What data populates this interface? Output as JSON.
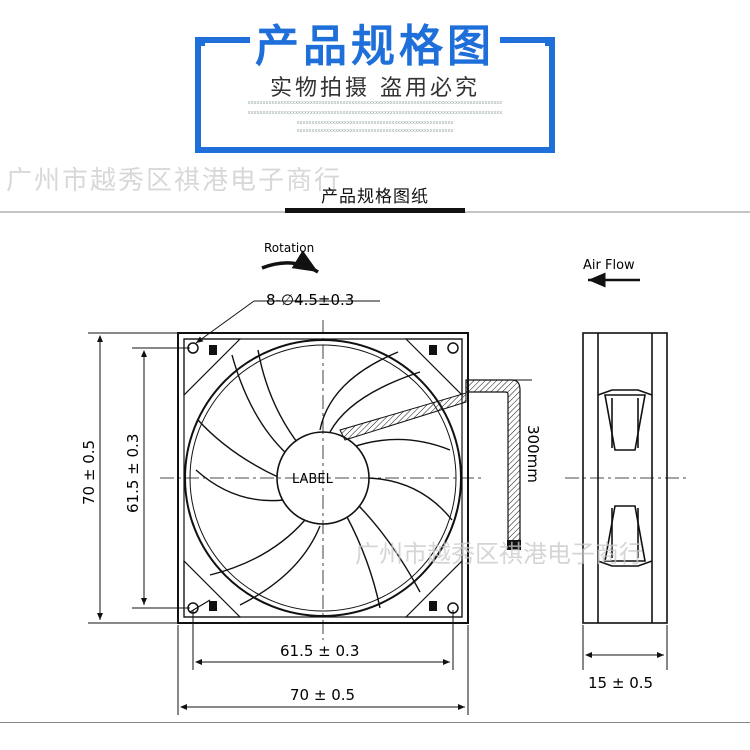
{
  "header": {
    "title": "产品规格图",
    "subtitle": "实物拍摄 盗用必究",
    "fine_print_1": "xxxxxxxxxxxxxxxxxxxxxxxxxxxxxxxxxxxxxxxxxxxxxxxxxxxxxxxxxxxxxxxxxxxxxxxxxxxxxxxxxxxxxx",
    "fine_print_2": "xxxxxxxxxxxxxxxxxxxxxxxxxxxxxxxxxxxxxxxxxxxxxxxxxxxxx",
    "watermark_company": "广州市越秀区祺港电子商行",
    "section_label": "产品规格图纸",
    "accent_color": "#1e6fd9"
  },
  "diagram": {
    "rotation_label": "Rotation",
    "airflow_label": "Air Flow",
    "hole_spec": "8-∅4.5±0.3",
    "outer_dim_vertical": "70 ± 0.5",
    "inner_dim_vertical": "61.5 ± 0.3",
    "inner_dim_horizontal": "61.5 ± 0.3",
    "outer_dim_horizontal": "70 ± 0.5",
    "cable_length": "300mm",
    "hub_label": "LABEL",
    "thickness_dim": "15 ± 0.5",
    "watermark_company": "广州市越秀区祺港电子商行"
  }
}
